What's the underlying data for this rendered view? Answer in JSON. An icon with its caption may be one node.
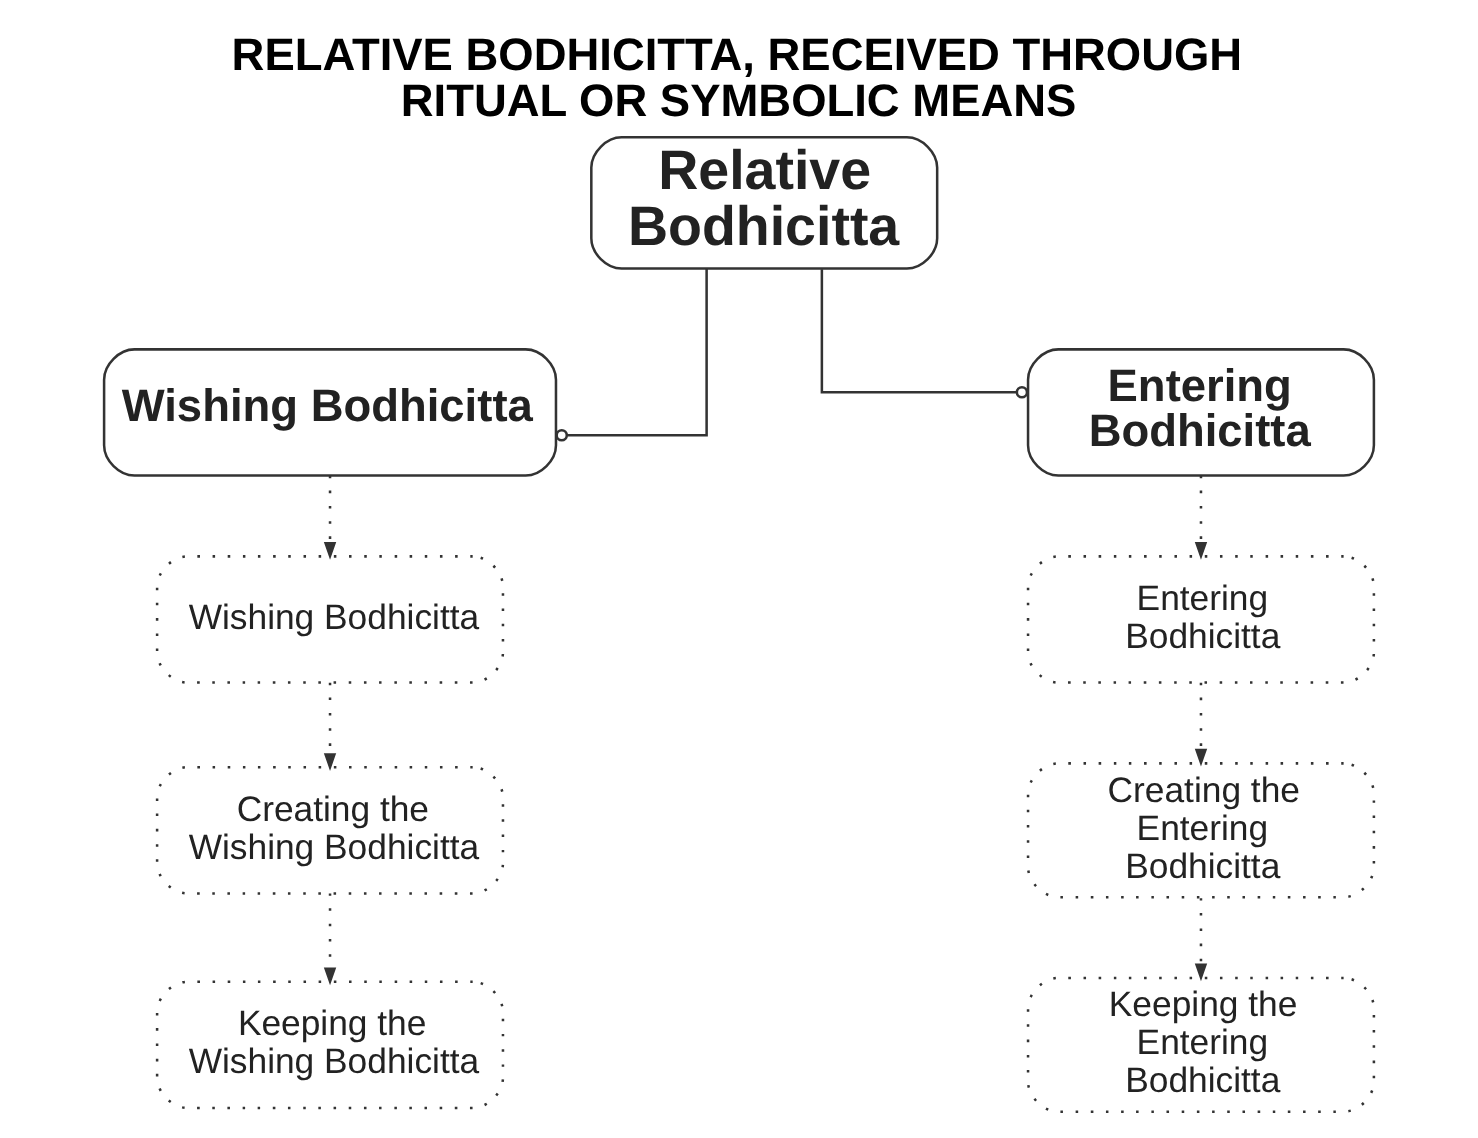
{
  "diagram": {
    "title": "RELATIVE BODHICITTA, RECEIVED THROUGH RITUAL OR SYMBOLIC MEANS",
    "nodes": [
      {
        "text": [
          "Relative Bodhicitta"
        ]
      },
      {
        "text": [
          "Wishing Bodhicitta"
        ]
      },
      {
        "text": [
          "Entering Bodhicitta"
        ]
      },
      {
        "text": [
          "Wishing Bodhicitta"
        ]
      },
      {
        "text": [
          "Creating the Wishing Bodhicitta"
        ]
      },
      {
        "text": [
          "Keeping the Wishing Bodhicitta"
        ]
      },
      {
        "text": [
          "Entering Bodhicitta"
        ]
      },
      {
        "text": [
          "Creating the Entering Bodhicitta"
        ]
      },
      {
        "text": [
          "Keeping the Entering Bodhicitta"
        ]
      }
    ],
    "edges": [
      {
        "from": 0,
        "to": 1,
        "arrow": "other"
      },
      {
        "from": 0,
        "to": 2,
        "arrow": "other"
      },
      {
        "from": 1,
        "to": 3,
        "arrow": "to",
        "style": "dashed"
      },
      {
        "from": 3,
        "to": 4,
        "arrow": "to",
        "style": "dashed"
      },
      {
        "from": 4,
        "to": 5,
        "arrow": "to",
        "style": "dashed"
      },
      {
        "from": 2,
        "to": 6,
        "arrow": "to",
        "style": "dashed"
      },
      {
        "from": 6,
        "to": 7,
        "arrow": "to",
        "style": "dashed"
      },
      {
        "from": 7,
        "to": 8,
        "arrow": "to",
        "style": "dashed"
      }
    ]
  }
}
